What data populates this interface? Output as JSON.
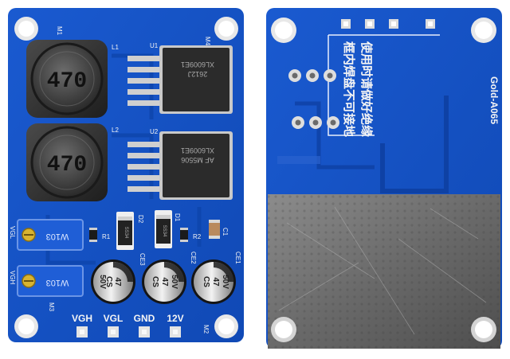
{
  "front_board": {
    "inductors": [
      {
        "ref": "L1",
        "value": "470"
      },
      {
        "ref": "L2",
        "value": "470"
      }
    ],
    "ics": [
      {
        "ref": "U1",
        "marking_line1": "XL6009E1",
        "marking_line2": "2612J"
      },
      {
        "ref": "U2",
        "marking_line1": "XL6009E1",
        "marking_line2": "AF M5506"
      }
    ],
    "diodes": [
      {
        "ref": "D2",
        "marking": "SS34"
      },
      {
        "ref": "D1",
        "marking": "SS34"
      }
    ],
    "resistors": [
      "R1",
      "R2"
    ],
    "capacitor_c": "C1",
    "trimmers": [
      {
        "label": "VGL",
        "marking": "W103"
      },
      {
        "label": "VGH",
        "marking": "W103"
      }
    ],
    "electrolytic_caps": [
      {
        "ref": "CE3",
        "line1": "CS",
        "line2": "47",
        "line3": "50V"
      },
      {
        "ref": "CE2",
        "line1": "CS",
        "line2": "47",
        "line3": "50V"
      },
      {
        "ref": "CE1",
        "line1": "CS",
        "line2": "47",
        "line3": "50V"
      }
    ],
    "holes": [
      "M1",
      "M4",
      "M3",
      "M2"
    ],
    "terminals": [
      "VGH",
      "VGL",
      "GND",
      "12V"
    ]
  },
  "back_board": {
    "chinese_line1": "框内焊盘不可接地",
    "chinese_line2": "使用时请做好绝缘",
    "side_label": "Gold-A065"
  },
  "colors": {
    "pcb_blue": "#1552c4",
    "pcb_blue_dark": "#0d3d9e",
    "silkscreen": "#f4f4f4",
    "background": "#ffffff"
  }
}
